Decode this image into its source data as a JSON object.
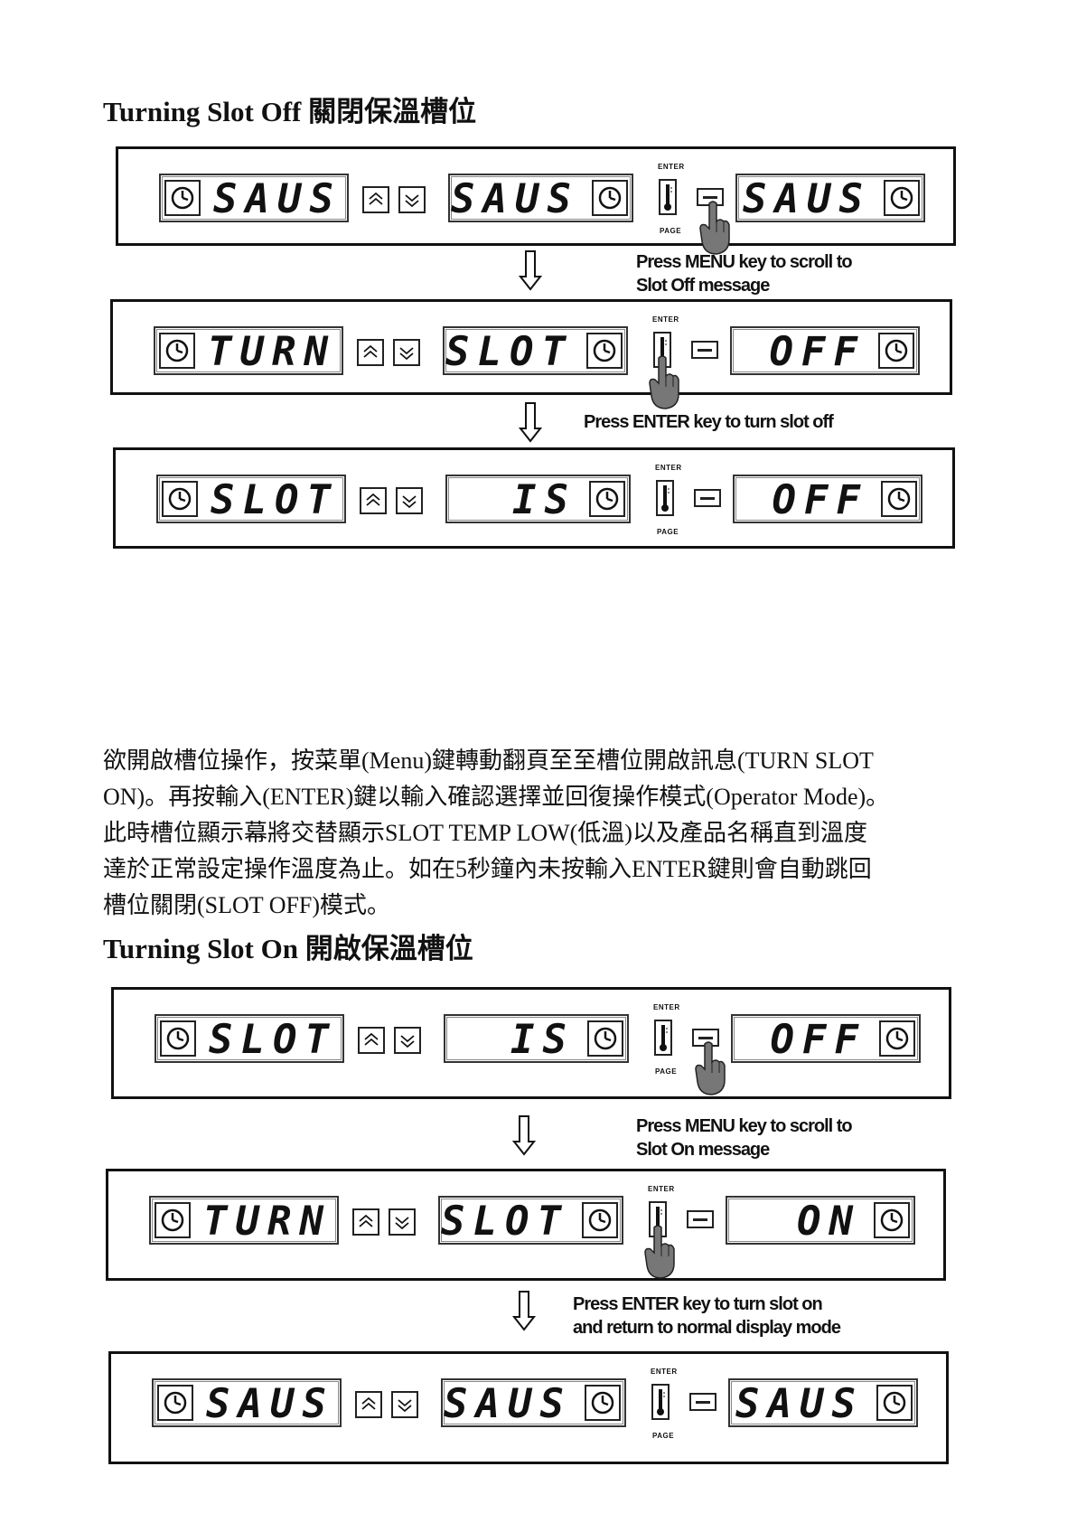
{
  "section_off": {
    "heading": "Turning Slot Off 關閉保溫槽位",
    "panels": [
      {
        "left": "SAUS",
        "middle": "SAUS",
        "right": "SAUS"
      },
      {
        "left": "TURN",
        "middle": "SLOT",
        "right": "OFF"
      },
      {
        "left": "SLOT",
        "middle": "IS",
        "right": "OFF"
      }
    ],
    "notes": [
      [
        "Press MENU key to scroll to",
        "Slot Off message"
      ],
      [
        "Press ENTER key to turn slot off"
      ]
    ]
  },
  "paragraph": {
    "lines": [
      "欲開啟槽位操作，按菜單(Menu)鍵轉動翻頁至至槽位開啟訊息(TURN SLOT",
      "ON)。再按輸入(ENTER)鍵以輸入確認選擇並回復操作模式(Operator Mode)。",
      "此時槽位顯示幕將交替顯示SLOT TEMP LOW(低溫)以及產品名稱直到溫度",
      "達於正常設定操作溫度為止。如在5秒鐘內未按輸入ENTER鍵則會自動跳回",
      "槽位關閉(SLOT OFF)模式。"
    ]
  },
  "section_on": {
    "heading": "Turning Slot On 開啟保溫槽位",
    "panels": [
      {
        "left": "SLOT",
        "middle": "IS",
        "right": "OFF"
      },
      {
        "left": "TURN",
        "middle": "SLOT",
        "right": "ON"
      },
      {
        "left": "SAUS",
        "middle": "SAUS",
        "right": "SAUS"
      }
    ],
    "notes": [
      [
        "Press MENU key to scroll to",
        "Slot On message"
      ],
      [
        "Press ENTER key to turn slot on",
        "and return to normal display mode"
      ]
    ]
  },
  "controls": {
    "enter_label": "ENTER",
    "page_label": "PAGE"
  },
  "icons": [
    "clock-icon",
    "up-arrow-icon",
    "down-arrow-icon",
    "thermometer-icon",
    "menu-key-icon",
    "pointing-hand-icon",
    "down-flow-arrow-icon"
  ]
}
